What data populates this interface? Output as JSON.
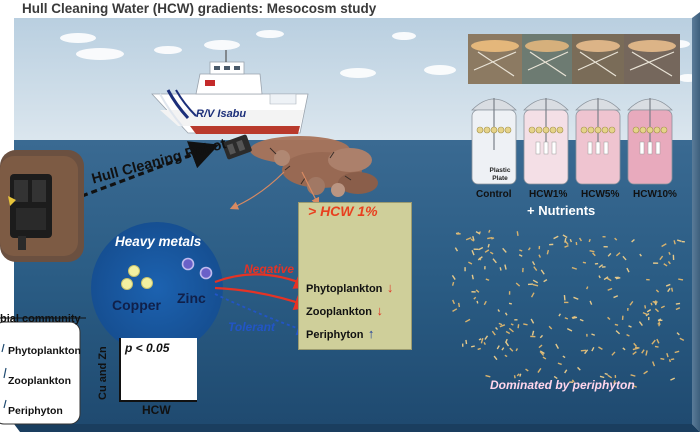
{
  "title": "Hull Cleaning Water (HCW) gradients: Mesocosm study",
  "ship": {
    "name": "R/V Isabu"
  },
  "robot": {
    "label": "Hull Cleaning Robot"
  },
  "heavy_metals": {
    "title": "Heavy metals",
    "metals": [
      "Copper",
      "Zinc"
    ]
  },
  "pathways": {
    "negative": "Negative",
    "tolerant": "Tolerant"
  },
  "effect_box": {
    "title": "> HCW 1%",
    "items": [
      {
        "label": "Phytoplankton",
        "direction": "down",
        "color": "#e23322"
      },
      {
        "label": "Zooplankton",
        "direction": "down",
        "color": "#e23322"
      },
      {
        "label": "Periphyton",
        "direction": "up",
        "color": "#1f3f9a"
      }
    ]
  },
  "mesocosm": {
    "treatments": [
      "Control",
      "HCW1%",
      "HCW5%",
      "HCW10%"
    ],
    "plate_label": "Plastic Plate",
    "nutrients": "+ Nutrients",
    "liquid_colors": [
      "#eef1f5",
      "#f4dfe6",
      "#efc4d0",
      "#e8aabd"
    ]
  },
  "dominated_label": "Dominated by periphyton",
  "microbial_community": {
    "title": "bial community",
    "items": [
      "Phytoplankton",
      "Zooplankton",
      "Periphyton"
    ]
  },
  "correlation": {
    "p_value": "p < 0.05",
    "ylabel": "Cu and Zn",
    "xlabel": "HCW"
  },
  "colors": {
    "sea": "#2a5a83",
    "sky": "#c5d7e5",
    "negative": "#e53325",
    "tolerant": "#2255c6",
    "box": "#cfcf9a"
  }
}
